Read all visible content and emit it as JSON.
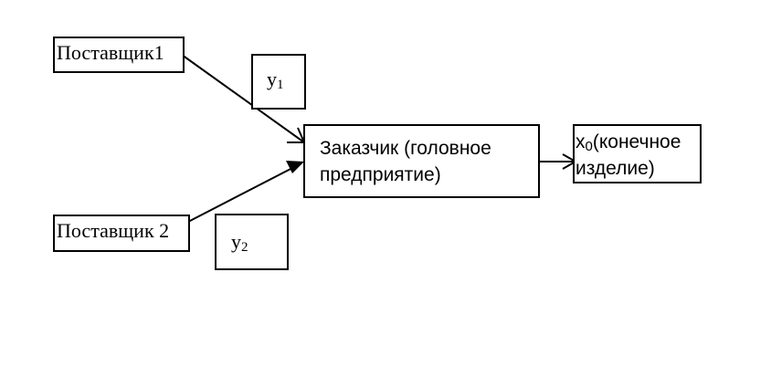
{
  "nodes": {
    "supplier1": {
      "label": "Поставщик1"
    },
    "supplier2": {
      "label": "Поставщик 2"
    },
    "customer": {
      "line1": "Заказчик (головное",
      "line2": "предприятие)"
    },
    "product": {
      "prefix": "x",
      "subscript": "0",
      "suffix": "(конечное",
      "line2": "изделие)"
    }
  },
  "flow_labels": {
    "y1": {
      "base": "y",
      "subscript": "1"
    },
    "y2": {
      "base": "y",
      "subscript": "2"
    }
  },
  "colors": {
    "stroke": "#000000",
    "background": "#ffffff"
  }
}
